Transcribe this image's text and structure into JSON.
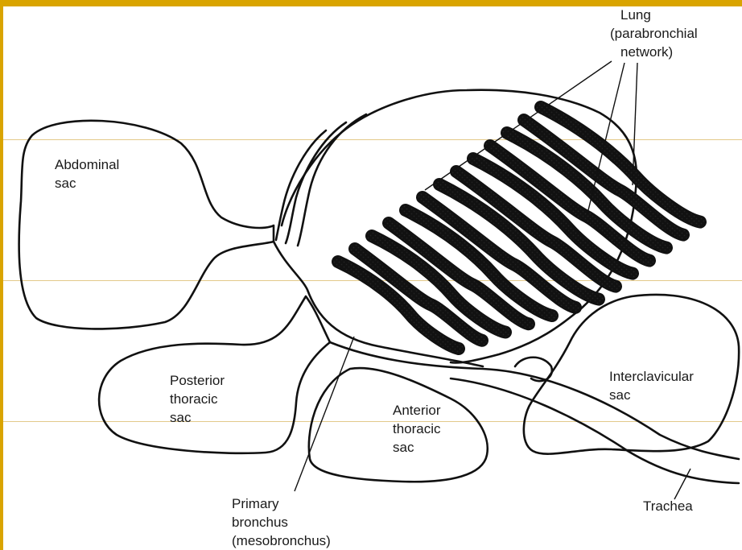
{
  "labels": {
    "lung": [
      "Lung",
      "(parabronchial",
      "network)"
    ],
    "abdominal_sac": [
      "Abdominal",
      "sac"
    ],
    "posterior_thoracic_sac": [
      "Posterior",
      "thoracic",
      "sac"
    ],
    "anterior_thoracic_sac": [
      "Anterior",
      "thoracic",
      "sac"
    ],
    "interclavicular_sac": [
      "Interclavicular",
      "sac"
    ],
    "primary_bronchus": [
      "Primary",
      "bronchus",
      "(mesobronchus)"
    ],
    "trachea": [
      "Trachea"
    ]
  },
  "colors": {
    "frame": "#d9a400",
    "line": "#111111",
    "stipple": "#222222"
  }
}
